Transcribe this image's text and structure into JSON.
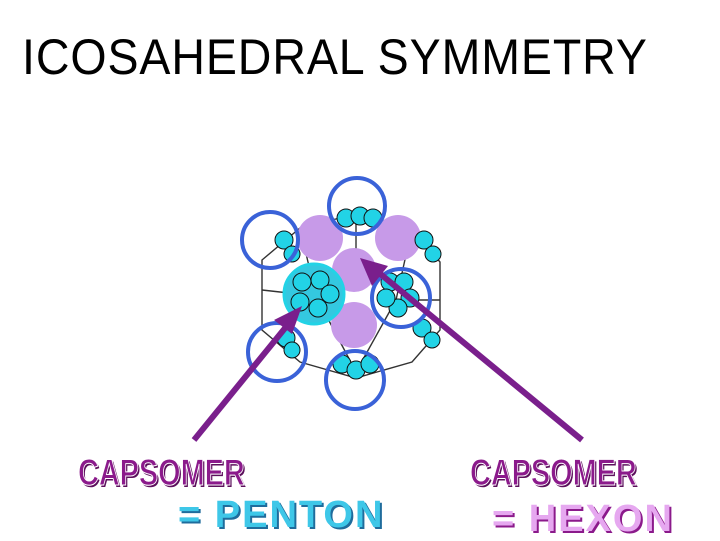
{
  "title": "ICOSAHEDRAL SYMMETRY",
  "labels": {
    "left_capsomer": "CAPSOMER",
    "left_type": "= PENTON",
    "right_capsomer": "CAPSOMER",
    "right_type": "= HEXON"
  },
  "colors": {
    "penton": "#22d3e6",
    "hexon": "#c79ae8",
    "ring": "#3a62d8",
    "arrow": "#7a1f8c"
  }
}
